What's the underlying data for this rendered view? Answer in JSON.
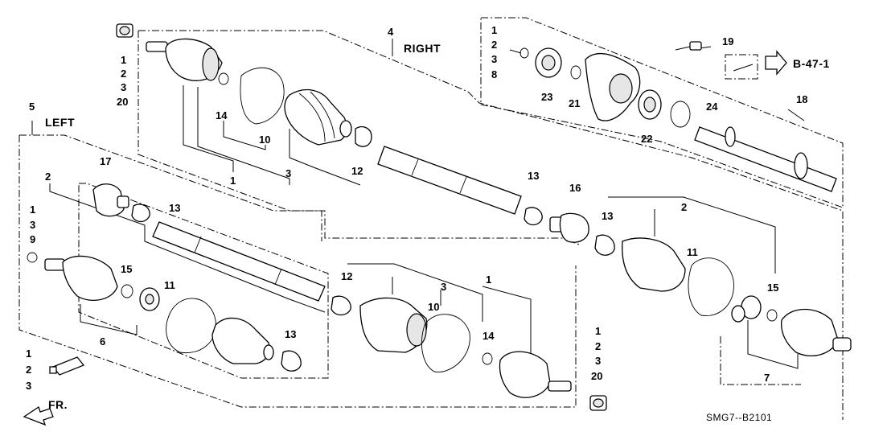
{
  "diagram_code": "SMG7--B2101",
  "side_labels": {
    "right": "RIGHT",
    "left": "LEFT"
  },
  "reference": "B-47-1",
  "direction_label": "FR.",
  "callouts": {
    "c_1a": "1",
    "c_2a": "2",
    "c_3a": "3",
    "c_20a": "20",
    "c_4": "4",
    "c_14a": "14",
    "c_10a": "10",
    "c_1b": "1",
    "c_3b": "3",
    "c_12a": "12",
    "c_1c": "1",
    "c_2c": "2",
    "c_3c": "3",
    "c_8": "8",
    "c_19": "19",
    "c_23": "23",
    "c_21": "21",
    "c_22": "22",
    "c_24": "24",
    "c_18": "18",
    "c_5": "5",
    "c_17": "17",
    "c_13a": "13",
    "c_2b": "2",
    "c_1d": "1",
    "c_3d": "3",
    "c_9": "9",
    "c_15a": "15",
    "c_11a": "11",
    "c_6": "6",
    "c_13b": "13",
    "c_1e": "1",
    "c_2e": "2",
    "c_3e": "3",
    "c_13c": "13",
    "c_16": "16",
    "c_13d": "13",
    "c_2d": "2",
    "c_11b": "11",
    "c_15b": "15",
    "c_7": "7",
    "c_12b": "12",
    "c_3f": "3",
    "c_1f": "1",
    "c_10b": "10",
    "c_14b": "14",
    "c_1g": "1",
    "c_2g": "2",
    "c_3g": "3",
    "c_20g": "20"
  }
}
